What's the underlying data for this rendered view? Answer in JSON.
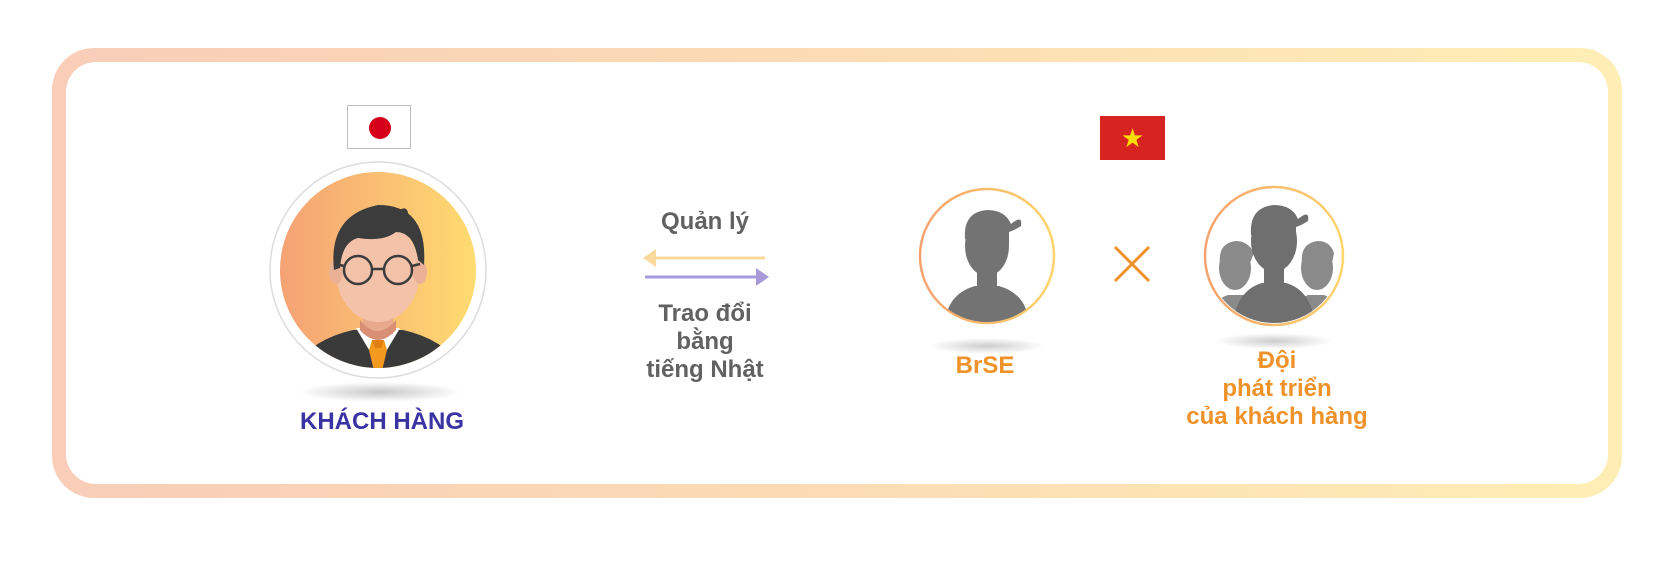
{
  "customer": {
    "flag_icon": "japan-flag-icon",
    "avatar_icon": "businessman-avatar-icon",
    "label": "KHÁCH HÀNG"
  },
  "relation": {
    "top_label": "Quản lý",
    "bottom_label_lines": [
      "Trao đổi",
      "bằng",
      "tiếng Nhật"
    ],
    "arrow_left_color": "#fbd89c",
    "arrow_right_color": "#a89ad8"
  },
  "vendor": {
    "flag_icon": "vietnam-flag-icon",
    "flag_star": "★",
    "brse_label": "BrSE",
    "cross_icon": "cross-icon",
    "team_label_lines": [
      "Đội",
      "phát triển",
      "của khách hàng"
    ]
  },
  "colors": {
    "customer_label": "#3b32a3",
    "orange_label": "#f0922a",
    "gray_label": "#616161",
    "jp_red": "#d7001a",
    "vn_red": "#d72420",
    "vn_yellow": "#ffdd00"
  }
}
